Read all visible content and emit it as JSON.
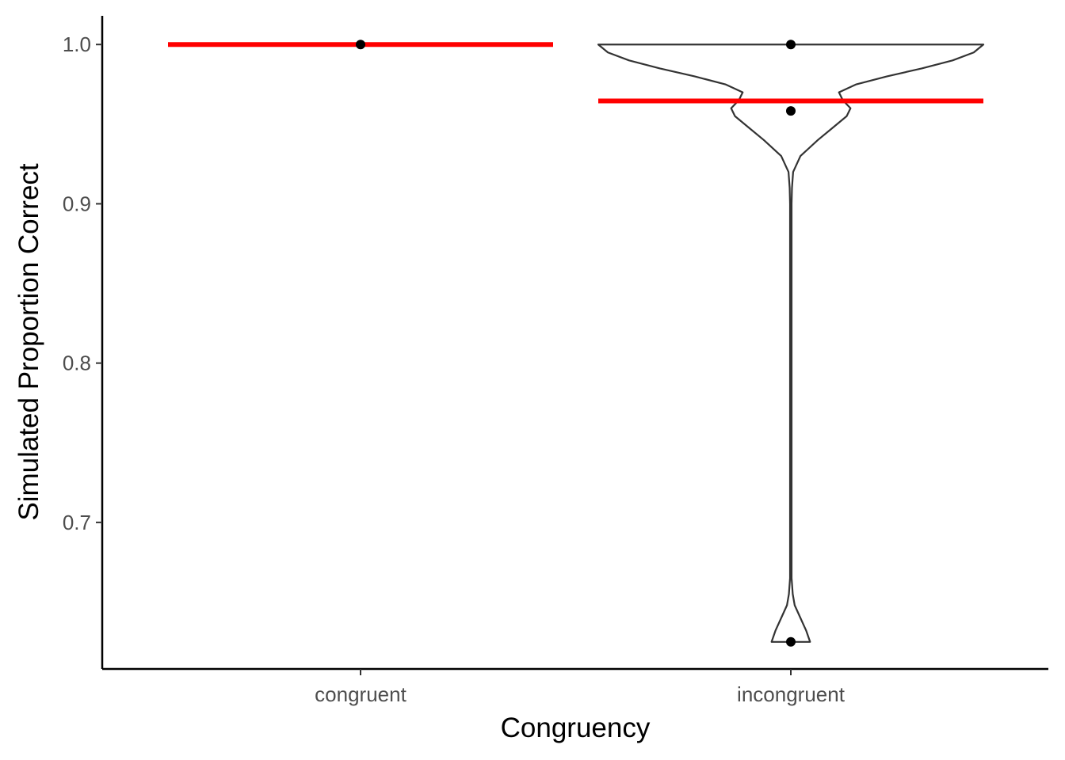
{
  "chart_data": {
    "type": "violin",
    "title": "",
    "xlabel": "Congruency",
    "ylabel": "Simulated Proportion Correct",
    "categories": [
      "congruent",
      "incongruent"
    ],
    "ylim": [
      0.608,
      1.018
    ],
    "yticks": [
      0.7,
      0.8,
      0.9,
      1.0
    ],
    "ytick_labels": [
      "0.7",
      "0.8",
      "0.9",
      "1.0"
    ],
    "grid": false,
    "legend": "none",
    "violins": [
      {
        "category": "incongruent",
        "y_min": 0.625,
        "y_max": 1.0,
        "density": [
          [
            0.625,
            0.1
          ],
          [
            0.632,
            0.08
          ],
          [
            0.64,
            0.05
          ],
          [
            0.648,
            0.02
          ],
          [
            0.655,
            0.01
          ],
          [
            0.665,
            0.004
          ],
          [
            0.7,
            0.004
          ],
          [
            0.9,
            0.004
          ],
          [
            0.91,
            0.006
          ],
          [
            0.92,
            0.012
          ],
          [
            0.93,
            0.05
          ],
          [
            0.94,
            0.14
          ],
          [
            0.948,
            0.22
          ],
          [
            0.955,
            0.29
          ],
          [
            0.96,
            0.31
          ],
          [
            0.965,
            0.27
          ],
          [
            0.97,
            0.25
          ],
          [
            0.975,
            0.34
          ],
          [
            0.98,
            0.5
          ],
          [
            0.985,
            0.68
          ],
          [
            0.99,
            0.84
          ],
          [
            0.995,
            0.95
          ],
          [
            1.0,
            1.0
          ]
        ]
      }
    ],
    "points": [
      {
        "category": "congruent",
        "y": 1.0
      },
      {
        "category": "incongruent",
        "y": 1.0
      },
      {
        "category": "incongruent",
        "y": 0.9583
      },
      {
        "category": "incongruent",
        "y": 0.625
      }
    ],
    "mean_lines": [
      {
        "category": "congruent",
        "y": 1.0
      },
      {
        "category": "incongruent",
        "y": 0.9646
      }
    ],
    "colors": {
      "mean_line": "#ff0000",
      "violin_outline": "#333333",
      "point": "#000000",
      "axis": "#000000",
      "tick_label": "#4d4d4d"
    }
  }
}
